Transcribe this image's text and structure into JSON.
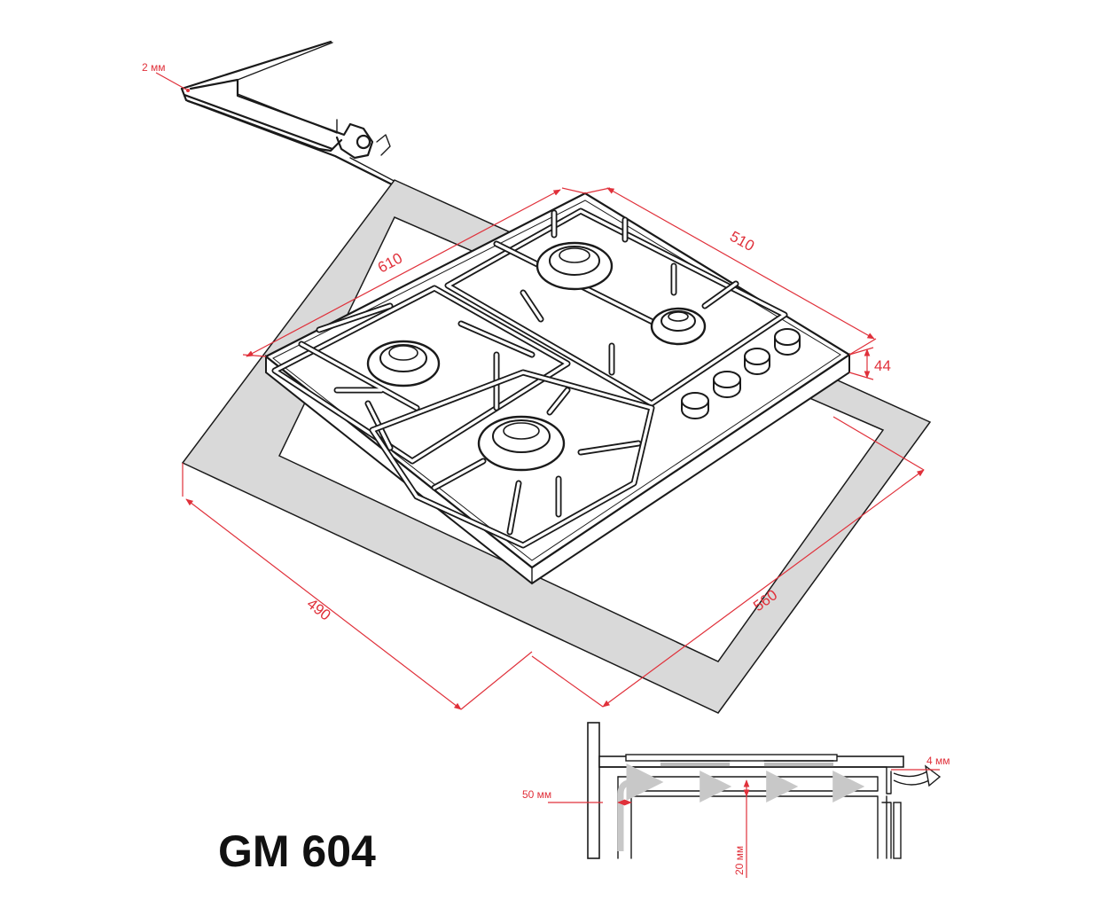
{
  "model": "GM 604",
  "dimensions": {
    "width_top": "610",
    "depth_top": "510",
    "height": "44",
    "cutout_depth": "490",
    "cutout_width": "560"
  },
  "detail_top": {
    "gap_label": "2 мм"
  },
  "detail_bottom": {
    "wall_gap_label": "50 мм",
    "air_gap_label": "20 мм",
    "rear_gap_label": "4 мм"
  },
  "colors": {
    "dimension": "#e0303a",
    "line": "#1a1a1a",
    "cutout_fill": "#d9d9d9"
  }
}
